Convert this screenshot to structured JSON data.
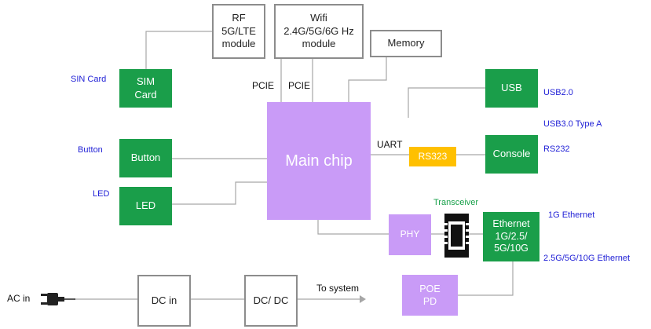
{
  "blocks": {
    "rf": {
      "line1": "RF",
      "line2": "5G/LTE",
      "line3": "module"
    },
    "wifi": {
      "line1": "Wifi",
      "line2": "2.4G/5G/6G Hz",
      "line3": "module"
    },
    "memory": "Memory",
    "sim": {
      "line1": "SIM",
      "line2": "Card"
    },
    "button": "Button",
    "led": "LED",
    "main_chip": "Main chip",
    "usb": "USB",
    "rs323": "RS323",
    "console": "Console",
    "phy": "PHY",
    "ethernet": {
      "line1": "Ethernet",
      "line2": "1G/2.5/",
      "line3": "5G/10G"
    },
    "poe": {
      "line1": "POE",
      "line2": "PD"
    },
    "dc_in": "DC in",
    "dc_dc": "DC/ DC"
  },
  "labels": {
    "sin_card": "SIN Card",
    "button": "Button",
    "led": "LED",
    "pcie_left": "PCIE",
    "pcie_right": "PCIE",
    "uart": "UART",
    "usb2": "USB2.0",
    "usb3": "USB3.0 Type A",
    "rs232": "RS232",
    "transceiver": "Transceiver",
    "eth_1g": "1G  Ethernet",
    "eth_multi": "2.5G/5G/10G  Ethernet",
    "ac_in": "AC in",
    "to_system": "To system"
  },
  "colors": {
    "green": "#1a9e4a",
    "purple": "#c99bf7",
    "orange": "#ffc000",
    "label_blue": "#1f1fd6",
    "line_gray": "#a6a6a6"
  },
  "icons": [
    "power-plug-icon",
    "transceiver-chip-icon",
    "arrow-right-icon"
  ]
}
